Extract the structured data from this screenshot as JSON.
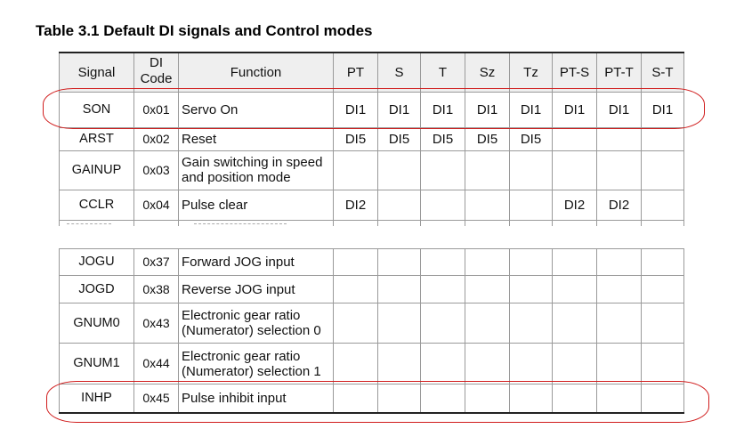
{
  "title": "Table 3.1 Default DI signals and Control modes",
  "header": [
    "Signal",
    "DI Code",
    "Function",
    "PT",
    "S",
    "T",
    "Sz",
    "Tz",
    "PT-S",
    "PT-T",
    "S-T"
  ],
  "rows_top": [
    {
      "signal": "SON",
      "code": "0x01",
      "function": "Servo On",
      "modes": [
        "DI1",
        "DI1",
        "DI1",
        "DI1",
        "DI1",
        "DI1",
        "DI1",
        "DI1"
      ]
    },
    {
      "signal": "ARST",
      "code": "0x02",
      "function": "Reset",
      "modes": [
        "DI5",
        "DI5",
        "DI5",
        "DI5",
        "DI5",
        "",
        "",
        ""
      ]
    },
    {
      "signal": "GAINUP",
      "code": "0x03",
      "function": "Gain switching in speed and position mode",
      "modes": [
        "",
        "",
        "",
        "",
        "",
        "",
        "",
        ""
      ]
    },
    {
      "signal": "CCLR",
      "code": "0x04",
      "function": "Pulse clear",
      "modes": [
        "DI2",
        "",
        "",
        "",
        "",
        "DI2",
        "DI2",
        ""
      ]
    }
  ],
  "rows_bottom": [
    {
      "signal": "JOGU",
      "code": "0x37",
      "function": "Forward JOG input",
      "modes": [
        "",
        "",
        "",
        "",
        "",
        "",
        "",
        ""
      ]
    },
    {
      "signal": "JOGD",
      "code": "0x38",
      "function": "Reverse JOG input",
      "modes": [
        "",
        "",
        "",
        "",
        "",
        "",
        "",
        ""
      ]
    },
    {
      "signal": "GNUM0",
      "code": "0x43",
      "function": "Electronic gear ratio (Numerator) selection 0",
      "modes": [
        "",
        "",
        "",
        "",
        "",
        "",
        "",
        ""
      ]
    },
    {
      "signal": "GNUM1",
      "code": "0x44",
      "function": "Electronic gear ratio (Numerator) selection 1",
      "modes": [
        "",
        "",
        "",
        "",
        "",
        "",
        "",
        ""
      ]
    },
    {
      "signal": "INHP",
      "code": "0x45",
      "function": "Pulse inhibit input",
      "modes": [
        "",
        "",
        "",
        "",
        "",
        "",
        "",
        ""
      ]
    }
  ],
  "highlight_color": "#d01c1c"
}
